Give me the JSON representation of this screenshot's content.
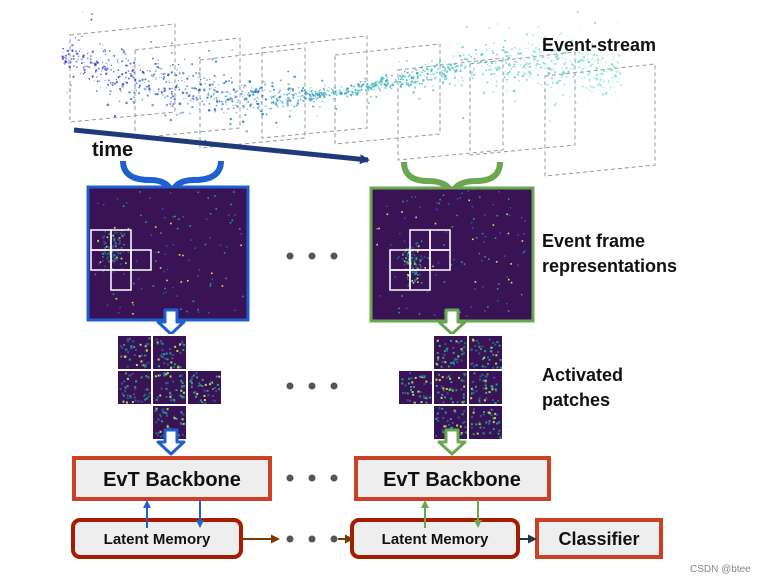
{
  "labels": {
    "event_stream": "Event-stream",
    "time": "time",
    "event_frame_line1": "Event frame",
    "event_frame_line2": "representations",
    "activated_line1": "Activated",
    "activated_line2": "patches",
    "backbone_left": "EvT Backbone",
    "backbone_right": "EvT Backbone",
    "memory_left": "Latent Memory",
    "memory_right": "Latent Memory",
    "classifier": "Classifier",
    "watermark": "CSDN @btee"
  },
  "colors": {
    "blue": "#1f5fcf",
    "green": "#6aa84f",
    "dark_navy": "#1f3a7a",
    "box_red": "#cc4125",
    "box_dark_red": "#a61c00",
    "box_fill": "#eeeeee",
    "frame_bg": "#3a1256",
    "memory_arrow": "#7a3b00",
    "classifier_arrow": "#1c3a4a",
    "dots": "#555555"
  },
  "icons": {
    "down_arrow": "hollow-down-arrow-icon",
    "brace": "curly-brace-icon"
  }
}
